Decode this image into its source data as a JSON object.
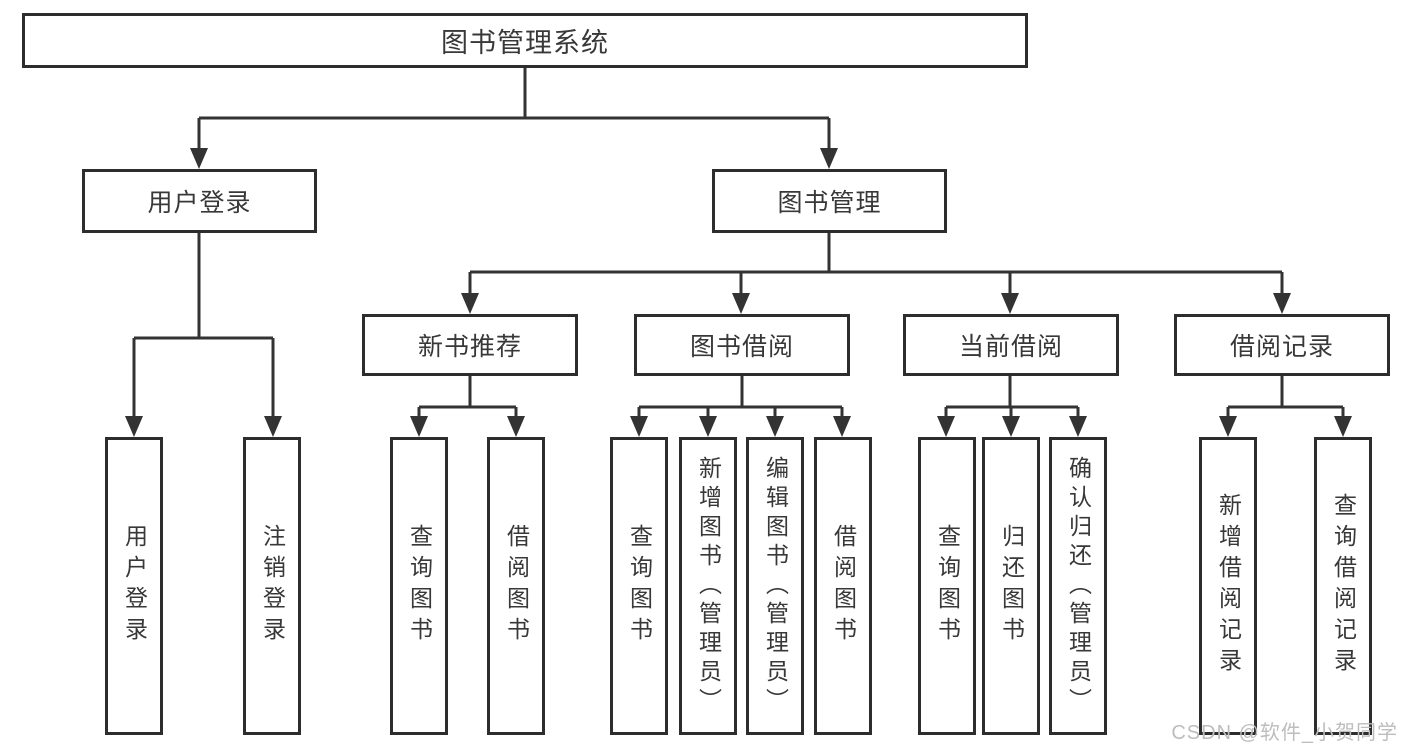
{
  "tree": {
    "root": {
      "label": "图书管理系统"
    },
    "branches": [
      {
        "label": "用户登录",
        "children": [
          {
            "label": "用户登录"
          },
          {
            "label": "注销登录"
          }
        ]
      },
      {
        "label": "图书管理",
        "children": [
          {
            "label": "新书推荐",
            "children": [
              {
                "label": "查询图书"
              },
              {
                "label": "借阅图书"
              }
            ]
          },
          {
            "label": "图书借阅",
            "children": [
              {
                "label": "查询图书"
              },
              {
                "label": "新增图书（管理员）"
              },
              {
                "label": "编辑图书（管理员）"
              },
              {
                "label": "借阅图书"
              }
            ]
          },
          {
            "label": "当前借阅",
            "children": [
              {
                "label": "查询图书"
              },
              {
                "label": "归还图书"
              },
              {
                "label": "确认归还（管理员）"
              }
            ]
          },
          {
            "label": "借阅记录",
            "children": [
              {
                "label": "新增借阅记录"
              },
              {
                "label": "查询借阅记录"
              }
            ]
          }
        ]
      }
    ]
  },
  "watermark": "CSDN @软件_小贺同学",
  "colors": {
    "line": "#333333",
    "box_border": "#2d2d2d",
    "text": "#383838",
    "watermark": "#bdbdbd",
    "background": "#ffffff"
  }
}
